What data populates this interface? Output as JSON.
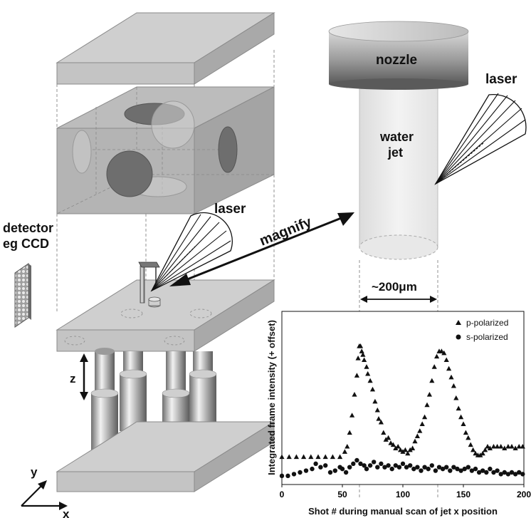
{
  "labels": {
    "nozzle": "nozzle",
    "water_jet_line1": "water",
    "water_jet_line2": "jet",
    "laser_right": "laser",
    "laser_left": "laser",
    "magnify": "magnify",
    "detector_line1": "detector",
    "detector_line2": "eg CCD",
    "jet_width": "~200μm",
    "z_axis": "z",
    "y_axis": "y",
    "x_axis": "x"
  },
  "colors": {
    "panel_gray": "#c4c4c4",
    "panel_edge": "#9a9a9a",
    "dark_gray": "#6e6e6e",
    "marker": "#111111"
  },
  "chart_data": {
    "type": "scatter",
    "xlabel": "Shot # during manual scan of jet x position",
    "ylabel": "Integrated frame intensity (+ offset)",
    "xlim": [
      0,
      200
    ],
    "ylim": [
      0,
      1
    ],
    "x_ticks": [
      "0",
      "50",
      "100",
      "150",
      "200"
    ],
    "y_ticks": [],
    "grid": false,
    "legend_position": "top-right",
    "series": [
      {
        "name": "p-polarized",
        "marker": "triangle",
        "points": [
          [
            0,
            0.16
          ],
          [
            6,
            0.16
          ],
          [
            12,
            0.16
          ],
          [
            18,
            0.16
          ],
          [
            24,
            0.16
          ],
          [
            30,
            0.16
          ],
          [
            36,
            0.16
          ],
          [
            42,
            0.16
          ],
          [
            48,
            0.16
          ],
          [
            52,
            0.19
          ],
          [
            54,
            0.22
          ],
          [
            56,
            0.3
          ],
          [
            58,
            0.4
          ],
          [
            60,
            0.52
          ],
          [
            62,
            0.63
          ],
          [
            63,
            0.73
          ],
          [
            64,
            0.8
          ],
          [
            65,
            0.8
          ],
          [
            66,
            0.77
          ],
          [
            67,
            0.75
          ],
          [
            68,
            0.72
          ],
          [
            70,
            0.68
          ],
          [
            71,
            0.64
          ],
          [
            73,
            0.6
          ],
          [
            75,
            0.55
          ],
          [
            77,
            0.48
          ],
          [
            79,
            0.43
          ],
          [
            80,
            0.38
          ],
          [
            82,
            0.36
          ],
          [
            84,
            0.3
          ],
          [
            86,
            0.26
          ],
          [
            88,
            0.27
          ],
          [
            90,
            0.24
          ],
          [
            92,
            0.23
          ],
          [
            94,
            0.21
          ],
          [
            96,
            0.22
          ],
          [
            98,
            0.2
          ],
          [
            100,
            0.19
          ],
          [
            102,
            0.2
          ],
          [
            104,
            0.18
          ],
          [
            106,
            0.2
          ],
          [
            108,
            0.21
          ],
          [
            110,
            0.25
          ],
          [
            112,
            0.28
          ],
          [
            114,
            0.31
          ],
          [
            116,
            0.35
          ],
          [
            118,
            0.39
          ],
          [
            120,
            0.46
          ],
          [
            122,
            0.52
          ],
          [
            124,
            0.6
          ],
          [
            126,
            0.68
          ],
          [
            128,
            0.74
          ],
          [
            130,
            0.77
          ],
          [
            132,
            0.77
          ],
          [
            134,
            0.76
          ],
          [
            136,
            0.72
          ],
          [
            138,
            0.67
          ],
          [
            140,
            0.62
          ],
          [
            142,
            0.57
          ],
          [
            144,
            0.5
          ],
          [
            146,
            0.44
          ],
          [
            148,
            0.39
          ],
          [
            150,
            0.35
          ],
          [
            152,
            0.3
          ],
          [
            154,
            0.27
          ],
          [
            156,
            0.23
          ],
          [
            158,
            0.2
          ],
          [
            160,
            0.18
          ],
          [
            162,
            0.17
          ],
          [
            164,
            0.17
          ],
          [
            166,
            0.18
          ],
          [
            168,
            0.2
          ],
          [
            170,
            0.22
          ],
          [
            172,
            0.21
          ],
          [
            175,
            0.22
          ],
          [
            178,
            0.22
          ],
          [
            181,
            0.22
          ],
          [
            184,
            0.21
          ],
          [
            187,
            0.22
          ],
          [
            190,
            0.22
          ],
          [
            193,
            0.21
          ],
          [
            196,
            0.22
          ],
          [
            199,
            0.22
          ]
        ]
      },
      {
        "name": "s-polarized",
        "marker": "circle",
        "points": [
          [
            0,
            0.05
          ],
          [
            5,
            0.05
          ],
          [
            10,
            0.06
          ],
          [
            15,
            0.07
          ],
          [
            20,
            0.08
          ],
          [
            25,
            0.09
          ],
          [
            28,
            0.12
          ],
          [
            32,
            0.1
          ],
          [
            36,
            0.11
          ],
          [
            40,
            0.07
          ],
          [
            44,
            0.08
          ],
          [
            48,
            0.1
          ],
          [
            50,
            0.09
          ],
          [
            53,
            0.07
          ],
          [
            56,
            0.1
          ],
          [
            59,
            0.12
          ],
          [
            62,
            0.14
          ],
          [
            65,
            0.12
          ],
          [
            68,
            0.11
          ],
          [
            70,
            0.09
          ],
          [
            73,
            0.11
          ],
          [
            76,
            0.13
          ],
          [
            79,
            0.1
          ],
          [
            82,
            0.12
          ],
          [
            85,
            0.1
          ],
          [
            88,
            0.11
          ],
          [
            91,
            0.09
          ],
          [
            94,
            0.11
          ],
          [
            97,
            0.1
          ],
          [
            100,
            0.12
          ],
          [
            103,
            0.1
          ],
          [
            106,
            0.11
          ],
          [
            109,
            0.09
          ],
          [
            112,
            0.1
          ],
          [
            115,
            0.08
          ],
          [
            118,
            0.1
          ],
          [
            121,
            0.09
          ],
          [
            124,
            0.11
          ],
          [
            127,
            0.08
          ],
          [
            130,
            0.1
          ],
          [
            133,
            0.09
          ],
          [
            136,
            0.1
          ],
          [
            139,
            0.08
          ],
          [
            142,
            0.1
          ],
          [
            145,
            0.09
          ],
          [
            148,
            0.08
          ],
          [
            151,
            0.09
          ],
          [
            154,
            0.1
          ],
          [
            157,
            0.08
          ],
          [
            160,
            0.09
          ],
          [
            163,
            0.07
          ],
          [
            166,
            0.08
          ],
          [
            169,
            0.07
          ],
          [
            172,
            0.09
          ],
          [
            175,
            0.07
          ],
          [
            178,
            0.08
          ],
          [
            181,
            0.06
          ],
          [
            184,
            0.07
          ],
          [
            187,
            0.06
          ],
          [
            190,
            0.07
          ],
          [
            193,
            0.06
          ],
          [
            196,
            0.07
          ],
          [
            199,
            0.06
          ]
        ]
      }
    ]
  }
}
